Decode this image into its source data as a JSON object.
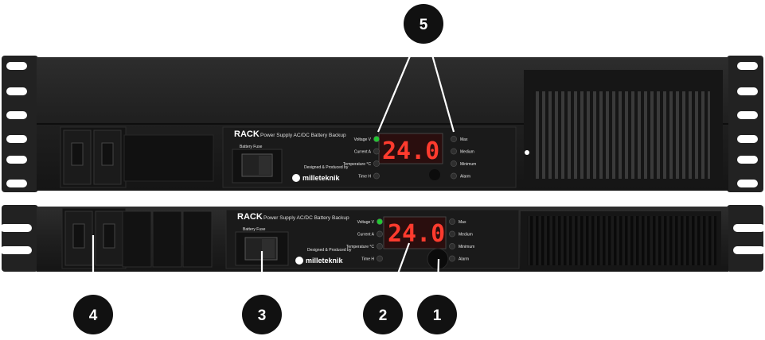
{
  "brand": {
    "title": "RACK",
    "subtitle": "Power Supply AC/DC Battery Backup",
    "credit": "Designed & Produced by",
    "company": "milleteknik"
  },
  "fuse_label": "Battery Fuse",
  "display_value": "24.0",
  "left_indicators": [
    "Voltage V",
    "Current A",
    "Temperature °C",
    "Time H"
  ],
  "right_indicators": [
    "Max",
    "Medium",
    "Minimum",
    "Alarm"
  ],
  "callouts": [
    "1",
    "2",
    "3",
    "4",
    "5"
  ],
  "colors": {
    "led_on": "#22c832",
    "display": "#ff3b2e",
    "panel": "#1c1c1c",
    "callout": "#111111"
  }
}
